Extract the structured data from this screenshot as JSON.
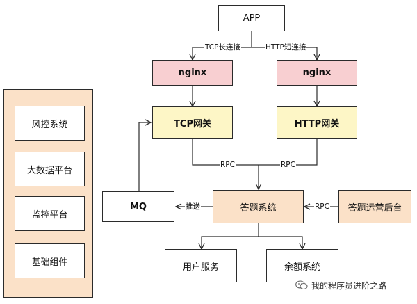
{
  "nodes": {
    "app": "APP",
    "nginx_left": "nginx",
    "nginx_right": "nginx",
    "tcp_gateway": "TCP网关",
    "http_gateway": "HTTP网关",
    "answer_system": "答题系统",
    "mq": "MQ",
    "ops_backend": "答题运营后台",
    "user_service": "用户服务",
    "balance_system": "余额系统"
  },
  "side_panel": {
    "items": [
      {
        "label": "风控系统"
      },
      {
        "label": "大数据平台"
      },
      {
        "label": "监控平台"
      },
      {
        "label": "基础组件"
      }
    ]
  },
  "edge_labels": {
    "tcp_long": "TCP长连接",
    "http_short": "HTTP短连接",
    "rpc_left": "RPC",
    "rpc_right": "RPC",
    "push": "推送",
    "rpc_ops": "RPC"
  },
  "watermark": {
    "text": "我的程序员进阶之路"
  },
  "colors": {
    "nginx": "#f8cfd1",
    "gateway": "#fdf6c6",
    "core": "#fbe1c8",
    "stroke": "#2b2b2b"
  }
}
